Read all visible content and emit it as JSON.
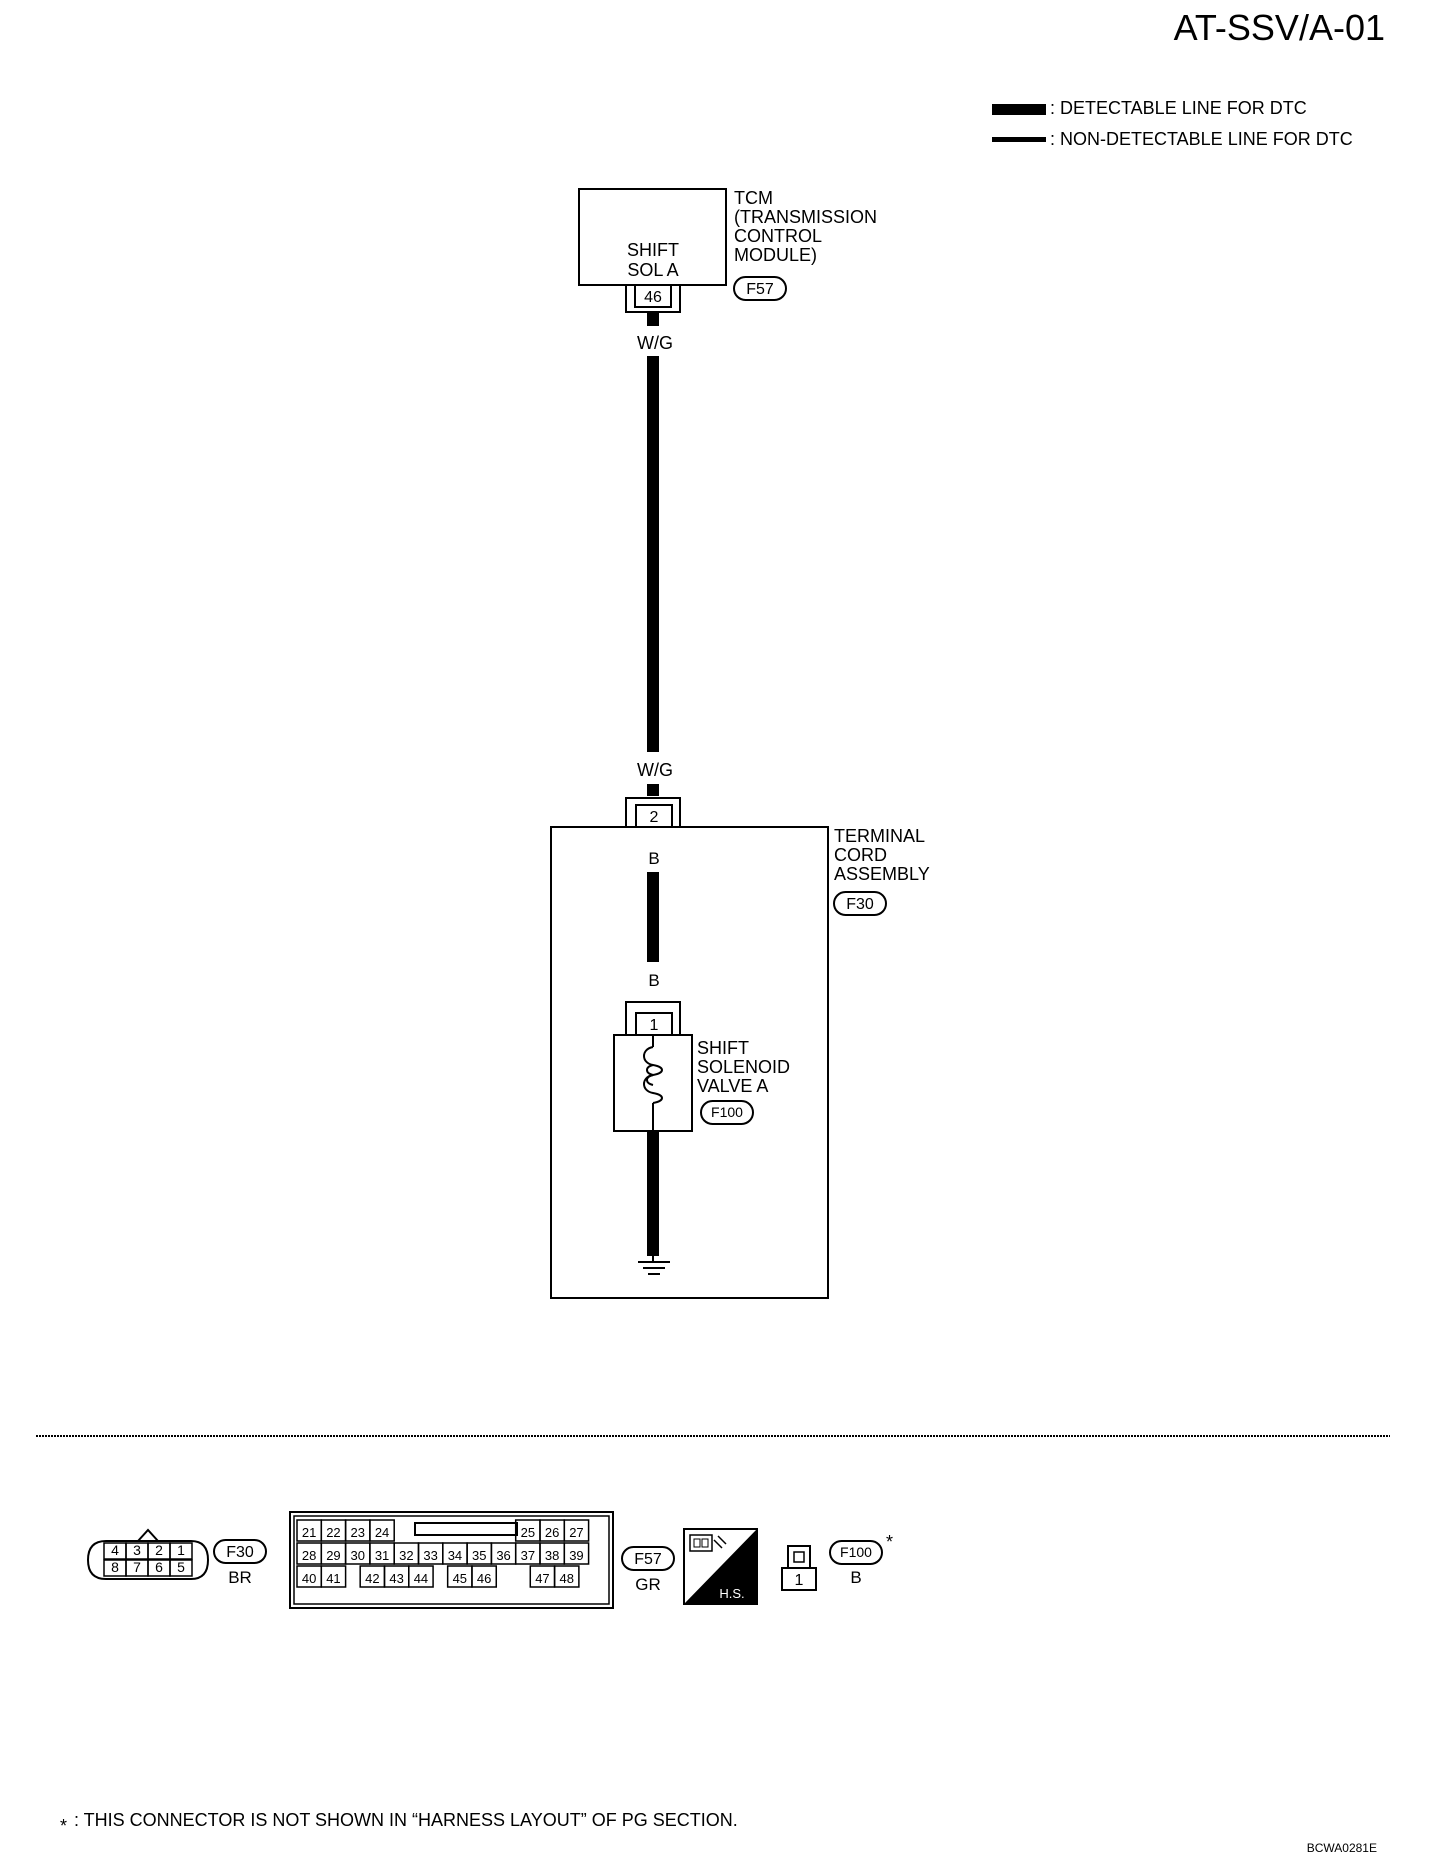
{
  "page_code": "AT-SSV/A-01",
  "legend": {
    "detectable": ": DETECTABLE LINE FOR DTC",
    "non_detectable": ": NON-DETECTABLE LINE FOR DTC"
  },
  "tcm": {
    "label_lines": [
      "TCM",
      "(TRANSMISSION",
      "CONTROL",
      "MODULE)"
    ],
    "pin_label_lines": [
      "SHIFT",
      "SOL A"
    ],
    "pin": "46",
    "connector": "F57"
  },
  "wires": {
    "top_color": "W/G",
    "bottom_color": "W/G",
    "inner_top_color": "B",
    "inner_bottom_color": "B"
  },
  "terminal_cord": {
    "label_lines": [
      "TERMINAL",
      "CORD",
      "ASSEMBLY"
    ],
    "pin": "2",
    "connector": "F30"
  },
  "solenoid": {
    "label_lines": [
      "SHIFT",
      "SOLENOID",
      "VALVE A"
    ],
    "pin": "1",
    "connector": "F100"
  },
  "connector_views": {
    "f30": {
      "tag": "F30",
      "color": "BR",
      "top_row": [
        "4",
        "3",
        "2",
        "1"
      ],
      "bottom_row": [
        "8",
        "7",
        "6",
        "5"
      ]
    },
    "f57": {
      "tag": "F57",
      "color": "GR",
      "row1_left": [
        "21",
        "22",
        "23",
        "24"
      ],
      "row1_right": [
        "25",
        "26",
        "27"
      ],
      "row2": [
        "28",
        "29",
        "30",
        "31",
        "32",
        "33",
        "34",
        "35",
        "36",
        "37",
        "38",
        "39"
      ],
      "row3_a": [
        "40",
        "41"
      ],
      "row3_b": [
        "42",
        "43",
        "44"
      ],
      "row3_c": [
        "45",
        "46"
      ],
      "row3_d": [
        "47",
        "48"
      ],
      "hs_label": "H.S."
    },
    "f100": {
      "tag": "F100",
      "star": "*",
      "color": "B",
      "pin": "1"
    }
  },
  "footnote": {
    "star": "*",
    "text": ": THIS CONNECTOR IS NOT SHOWN IN “HARNESS LAYOUT” OF PG SECTION."
  },
  "diagram_code": "BCWA0281E"
}
